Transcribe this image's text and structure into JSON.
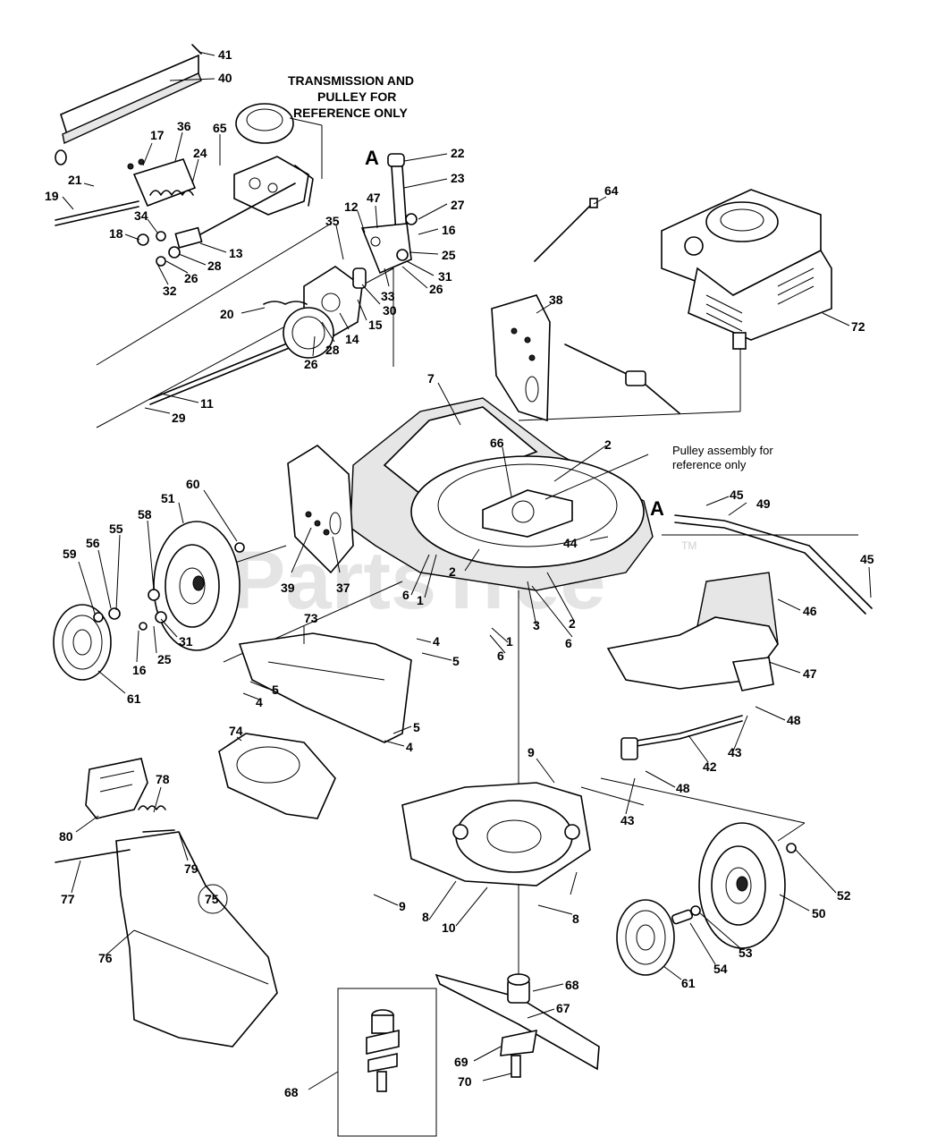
{
  "notes": {
    "transmission_line1": "TRANSMISSION AND",
    "transmission_line2": "PULLEY FOR",
    "transmission_line3": "REFERENCE ONLY",
    "pulley_line1": "Pulley assembly for",
    "pulley_line2": "reference only"
  },
  "reference_letters": [
    "A",
    "A"
  ],
  "watermark": {
    "text": "PartsTree",
    "mark": "TM"
  },
  "callouts": [
    "41",
    "40",
    "17",
    "36",
    "65",
    "24",
    "21",
    "19",
    "34",
    "18",
    "13",
    "28",
    "26",
    "32",
    "22",
    "23",
    "47",
    "27",
    "12",
    "16",
    "25",
    "35",
    "31",
    "33",
    "26",
    "30",
    "15",
    "14",
    "20",
    "28",
    "26",
    "11",
    "29",
    "64",
    "72",
    "38",
    "7",
    "66",
    "2",
    "60",
    "51",
    "58",
    "55",
    "56",
    "59",
    "39",
    "37",
    "31",
    "25",
    "16",
    "61",
    "6",
    "1",
    "2",
    "3",
    "2",
    "4",
    "5",
    "1",
    "6",
    "6",
    "45",
    "49",
    "44",
    "45",
    "46",
    "73",
    "5",
    "4",
    "5",
    "4",
    "47",
    "48",
    "43",
    "42",
    "48",
    "43",
    "9",
    "74",
    "80",
    "78",
    "79",
    "77",
    "75",
    "76",
    "9",
    "8",
    "10",
    "8",
    "52",
    "50",
    "53",
    "54",
    "61",
    "68",
    "67",
    "69",
    "70",
    "68"
  ]
}
